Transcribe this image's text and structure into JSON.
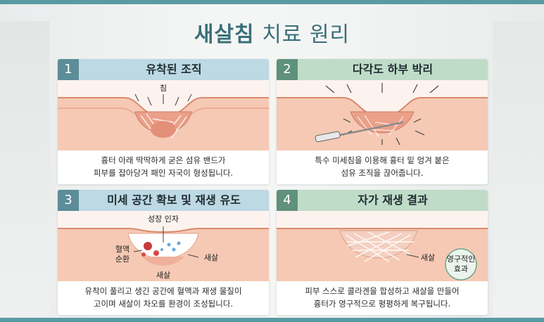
{
  "title": {
    "part1": "새살침",
    "part2": "치료 원리"
  },
  "panels": [
    {
      "number": "1",
      "heading": "유착된 조직",
      "labels": {
        "needle": "침"
      },
      "desc": [
        "흉터 아래 딱딱하게 굳은 섬유 밴드가",
        "피부를 잡아당겨 패인 자국이 형성됩니다."
      ]
    },
    {
      "number": "2",
      "heading": "다각도 하부 박리",
      "desc": [
        "특수 미세침을 이용해 흉터 밑 엉겨 붙은",
        "섬유 조직을 끊어줍니다."
      ]
    },
    {
      "number": "3",
      "heading": "미세 공간 확보 및 재생 유도",
      "labels": {
        "growth": "성장 인자",
        "blood1": "혈액",
        "blood2": "순환",
        "newflesh_right": "새살",
        "newflesh_bottom": "새살"
      },
      "desc": [
        "유착이 풀리고 생긴 공간에 혈액과 재생 물질이",
        "고이며 새살이 차오를 환경이 조성됩니다."
      ]
    },
    {
      "number": "4",
      "heading": "자가 재생 결과",
      "labels": {
        "newflesh": "새살",
        "permanent1": "영구적인",
        "permanent2": "효과"
      },
      "desc": [
        "피부 스스로 콜라겐을 합성하고 새살을 만들어",
        "흉터가 영구적으로 평평하게 복구됩니다."
      ]
    }
  ],
  "colors": {
    "accent": "#5a9aa3",
    "header_blue": "#bcd9e4",
    "header_green": "#bfdcc9",
    "skin": "#f2b9a1",
    "tissue": "#e89780"
  }
}
